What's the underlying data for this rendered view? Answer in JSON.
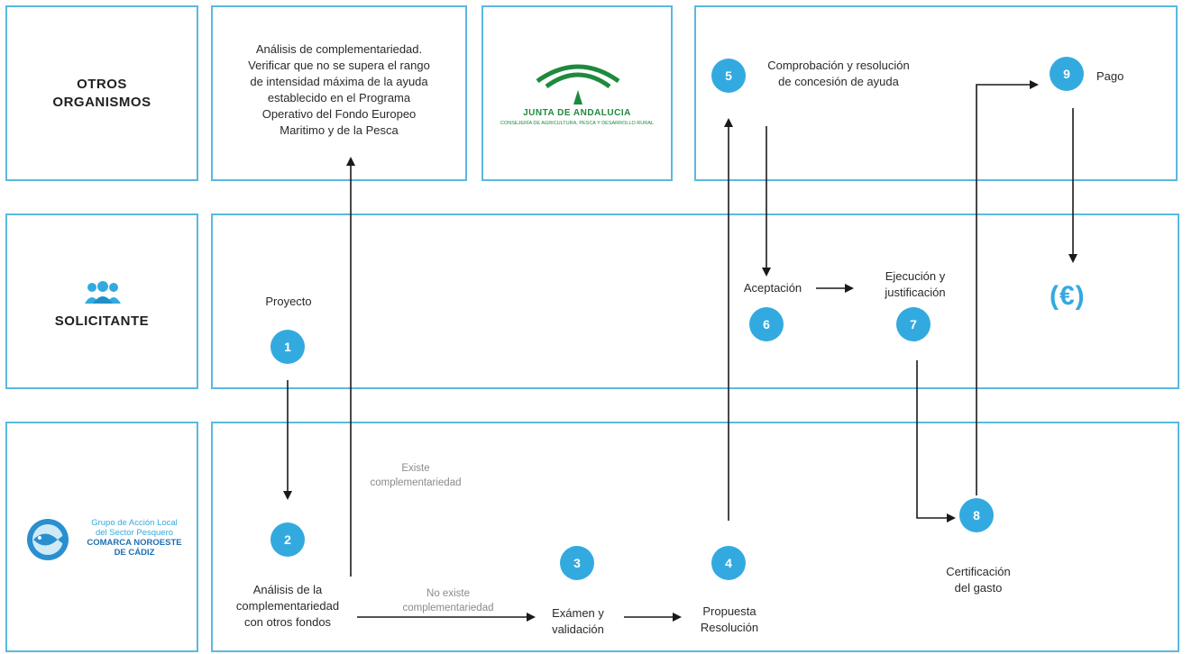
{
  "rows": {
    "otros_organismos": "OTROS\nORGANISMOS",
    "solicitante": "SOLICITANTE",
    "gal": {
      "line1": "Grupo de Acción Local",
      "line2": "del Sector Pesquero",
      "line3": "COMARCA NOROESTE",
      "line4": "DE CÁDIZ"
    }
  },
  "junta": {
    "name": "JUNTA DE ANDALUCIA",
    "sub": "CONSEJERÍA DE AGRICULTURA, PESCA Y DESARROLLO RURAL"
  },
  "texts": {
    "analisis_top": "Análisis de complementariedad.\nVerificar que no se supera el rango\nde intensidad máxima de la ayuda\nestablecido en el Programa\nOperativo del Fondo Europeo\nMaritimo y de la Pesca",
    "comprobacion": "Comprobación y resolución\nde concesión de ayuda",
    "pago": "Pago",
    "proyecto": "Proyecto",
    "aceptacion": "Aceptación",
    "ejecucion": "Ejecución y\njustificación",
    "euro": "(€)",
    "existe": "Existe\ncomplementariedad",
    "no_existe": "No existe\ncomplementariedad",
    "analisis_bottom": "Análisis de la\ncomplementariedad\ncon otros fondos",
    "examen": "Exámen y\nvalidación",
    "propuesta": "Propuesta\nResolución",
    "certificacion": "Certificación\ndel gasto"
  },
  "steps": [
    "1",
    "2",
    "3",
    "4",
    "5",
    "6",
    "7",
    "8",
    "9"
  ],
  "colors": {
    "accent": "#33aadf",
    "border": "#5bb8e0",
    "junta_green": "#1d8a3c"
  },
  "icons": {
    "solicitante": "people-group-icon",
    "gal": "fish-logo-icon",
    "junta": "junta-andalucia-logo-icon"
  }
}
